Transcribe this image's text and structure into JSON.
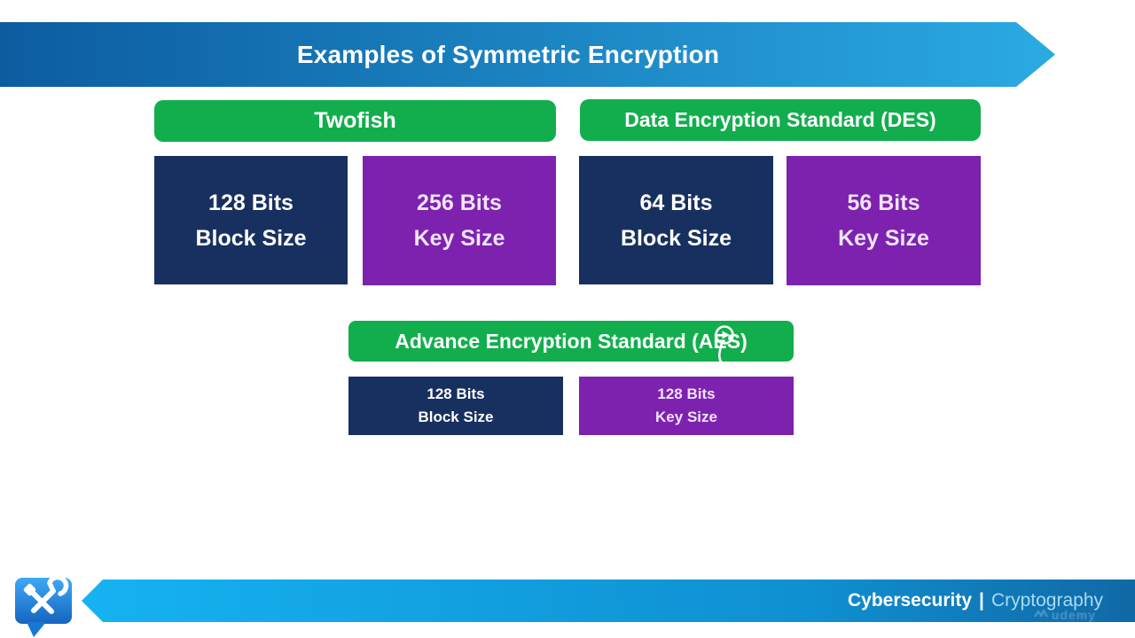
{
  "slide": {
    "title": "Examples of Symmetric Encryption",
    "footer": {
      "course": "Cybersecurity",
      "separator": "|",
      "module": "Cryptography"
    },
    "watermark": "udemy"
  },
  "groups": [
    {
      "header": "Twofish",
      "boxes": [
        {
          "value": "128 Bits",
          "label": "Block Size"
        },
        {
          "value": "256 Bits",
          "label": "Key Size"
        }
      ]
    },
    {
      "header": "Data Encryption Standard (DES)",
      "boxes": [
        {
          "value": "64 Bits",
          "label": "Block Size"
        },
        {
          "value": "56 Bits",
          "label": "Key Size"
        }
      ]
    },
    {
      "header": "Advance Encryption Standard (AES)",
      "boxes": [
        {
          "value": "128 Bits",
          "label": "Block Size"
        },
        {
          "value": "128 Bits",
          "label": "Key Size"
        }
      ]
    }
  ],
  "colors": {
    "header_grad_start": "#0C5CA0",
    "header_grad_end": "#2BAAE2",
    "green": "#12AE4D",
    "navy": "#18305F",
    "purple": "#7D22AE",
    "footer_grad_start": "#16B2F2",
    "footer_grad_end": "#1168A6",
    "footer_accent": "#A9DBF2"
  }
}
